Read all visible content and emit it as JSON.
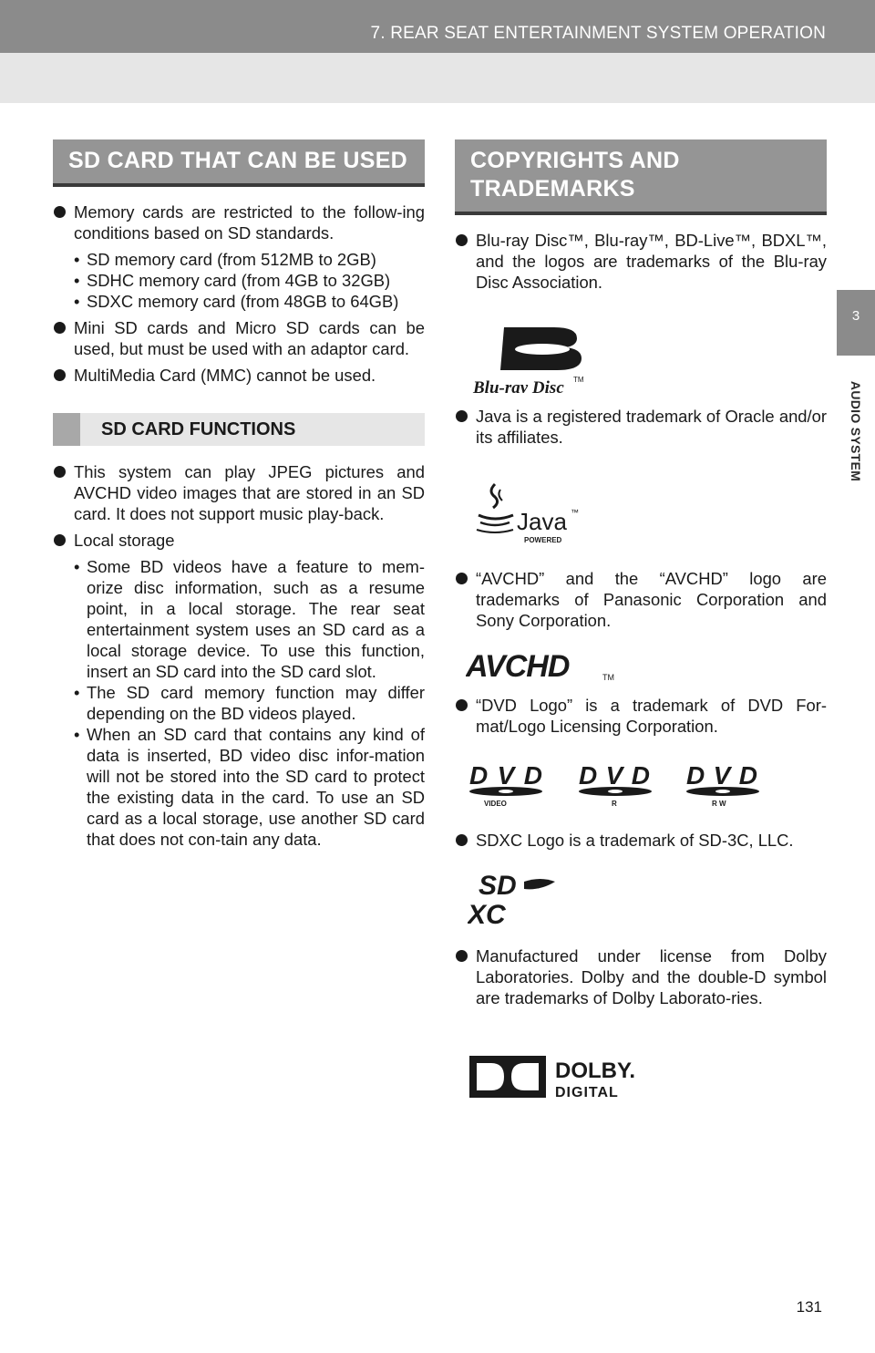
{
  "header": {
    "chapter": "7. REAR SEAT ENTERTAINMENT SYSTEM OPERATION"
  },
  "side_tab": {
    "number": "3",
    "label": "AUDIO SYSTEM"
  },
  "left": {
    "heading1": "SD CARD THAT CAN BE USED",
    "b1": "Memory cards are restricted to the follow-ing conditions based on SD standards.",
    "b1_subs": [
      "SD memory card (from 512MB to 2GB)",
      "SDHC memory card (from 4GB to 32GB)",
      "SDXC memory card (from 48GB to 64GB)"
    ],
    "b2": "Mini SD cards and Micro SD cards can be used, but must be used with an adaptor card.",
    "b3": "MultiMedia Card (MMC) cannot be used.",
    "heading2": "SD CARD FUNCTIONS",
    "b4": "This system can play JPEG pictures and AVCHD video images that are stored in an SD card. It does not support music play-back.",
    "b5": "Local storage",
    "b5_subs": [
      "Some BD videos have a feature to mem-orize disc information, such as a resume point, in a local storage. The rear seat entertainment system uses an SD card as a local storage device. To use this function, insert an SD card into the SD card slot.",
      "The SD card memory function may differ depending on the BD videos played.",
      "When an SD card that contains any kind of data is inserted, BD video disc infor-mation will not be stored into the SD card to protect the existing data in the card. To use an SD card as a local storage, use another SD card that does not con-tain any data."
    ]
  },
  "right": {
    "heading": "COPYRIGHTS AND TRADEMARKS",
    "b1": "Blu-ray Disc™, Blu-ray™, BD-Live™, BDXL™, and the logos are trademarks of the Blu-ray Disc Association.",
    "b2": "Java is a registered trademark of Oracle and/or its affiliates.",
    "b3": "“AVCHD” and the “AVCHD” logo are trademarks of Panasonic Corporation and Sony Corporation.",
    "b4": "“DVD Logo” is a trademark of DVD For-mat/Logo Licensing Corporation.",
    "b5": "SDXC Logo is a trademark of SD-3C, LLC.",
    "b6": "Manufactured under license from Dolby Laboratories. Dolby and the double-D symbol are trademarks of Dolby Laborato-ries."
  },
  "logos": {
    "bluray": "Blu-ray Disc",
    "bluray_tm": "TM",
    "java": "Java",
    "java_tm": "™",
    "java_powered": "POWERED",
    "avchd": "AVCHD",
    "avchd_tm": "TM",
    "dvd": "DVD",
    "dvd_video": "VIDEO",
    "dvd_r": "R",
    "dvd_rw": "R W",
    "sd": "SD",
    "xc": "XC",
    "dolby": "DOLBY.",
    "dolby_digital": "DIGITAL"
  },
  "footer": {
    "page_number": "131"
  }
}
